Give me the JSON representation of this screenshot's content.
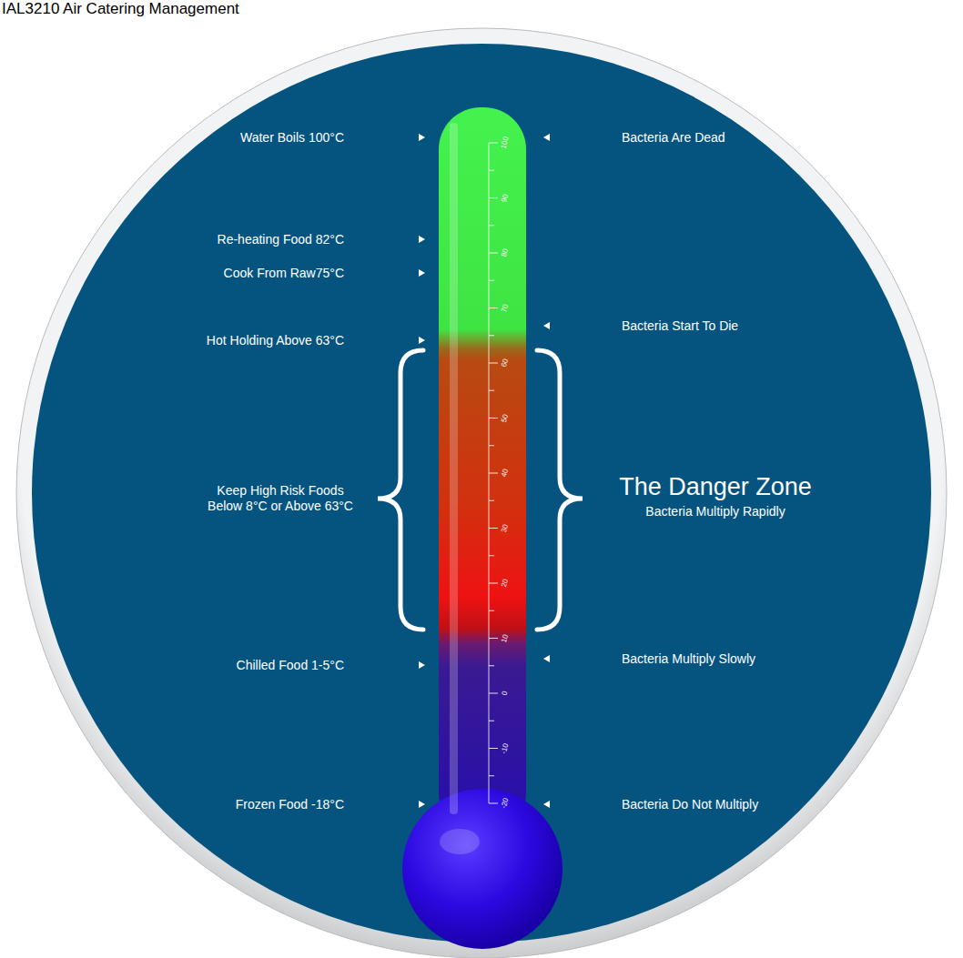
{
  "diagram": {
    "title": "IAL3210 Air Catering Management",
    "labels": [
      "Water Boils 100°C",
      "Re-heating Food 82°C",
      "Cook From Raw75°C",
      "Hot Holding Above 63°C",
      "Keep High Risk Foods Below 8°C or Above 63°C",
      "Chilled Food 1-5°C",
      "Frozen Food -18°C",
      "Bacteria Are Dead",
      "Bacteria Start To Die",
      "The Danger Zone",
      "Bacteria Multiply Rapidly",
      "Bacteria Multiply Slowly",
      "Bacteria Do Not Multiply",
      "100",
      "90",
      "80",
      "70",
      "60",
      "50",
      "40",
      "30",
      "20",
      "10",
      "0",
      "-10",
      "-20"
    ]
  }
}
